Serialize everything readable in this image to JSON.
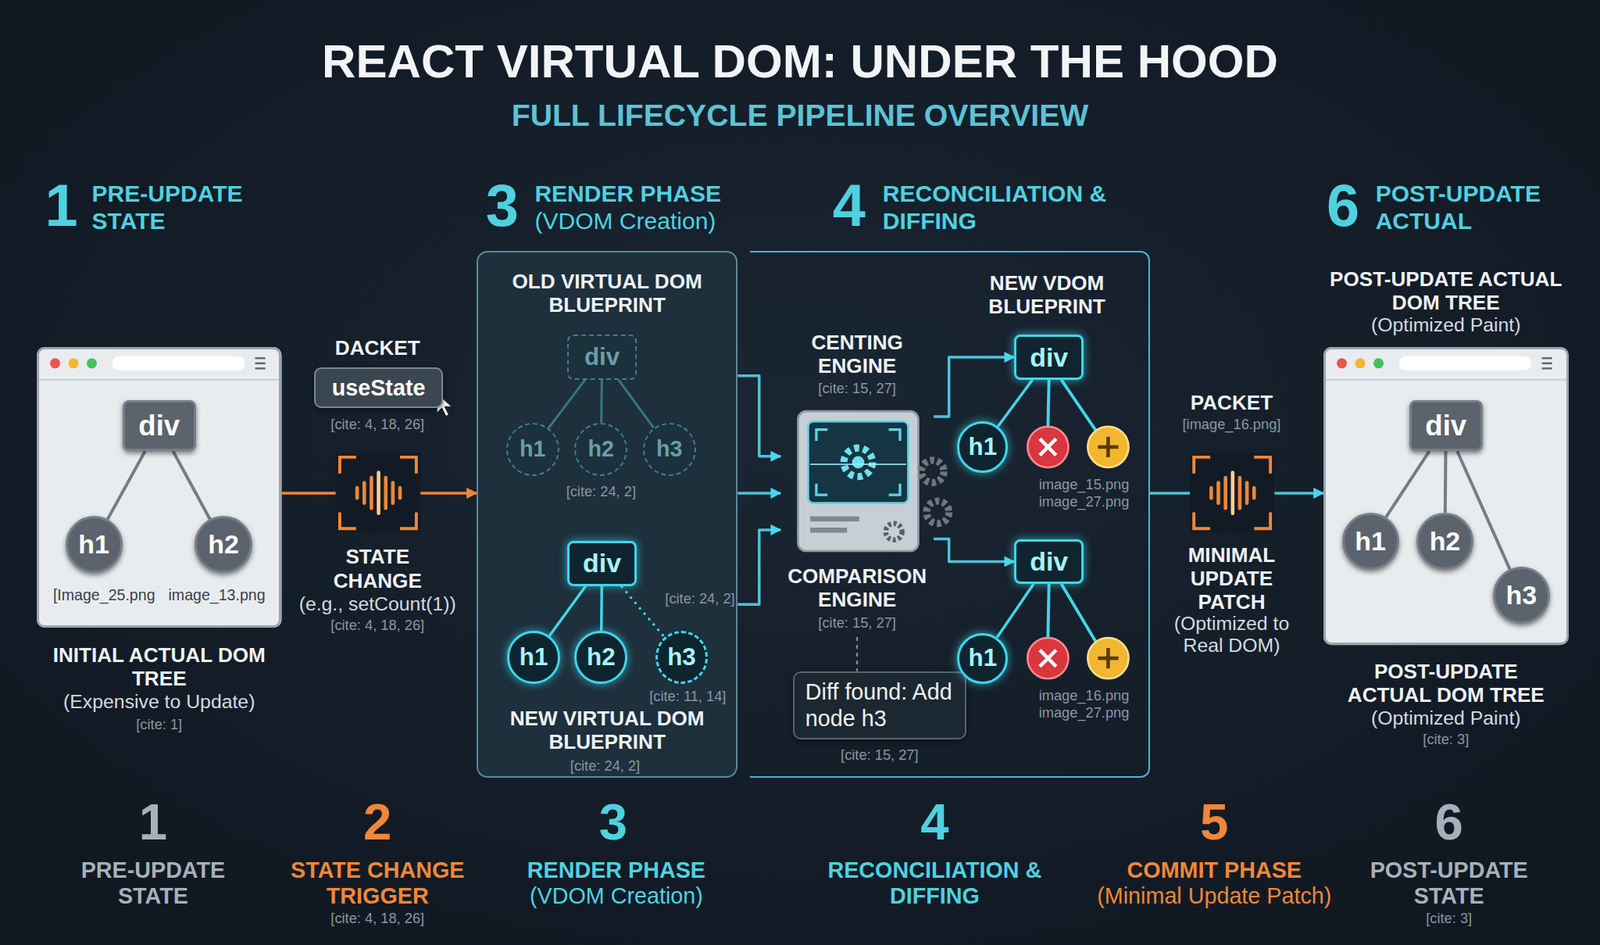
{
  "diagram": {
    "title": "REACT VIRTUAL DOM: UNDER THE HOOD",
    "nodes": [
      {
        "text": [
          "[Image_25.png",
          "image_13.png"
        ]
      },
      {
        "text": [
          "div"
        ],
        "in": 0
      },
      {
        "text": [
          "h1"
        ],
        "in": 0
      },
      {
        "text": [
          "h2"
        ],
        "in": 0
      },
      {
        "text": [
          "useState"
        ]
      },
      {
        "text": [
          "OLD VIRTUAL DOM BLUEPRINT",
          "NEW VIRTUAL DOM BLUEPRINT"
        ]
      },
      {
        "text": [
          "div"
        ],
        "in": 5
      },
      {
        "text": [
          "h1"
        ],
        "in": 5
      },
      {
        "text": [
          "h2"
        ],
        "in": 5
      },
      {
        "text": [
          "h3"
        ],
        "in": 5
      },
      {
        "text": [
          "div"
        ],
        "in": 5
      },
      {
        "text": [
          "h1"
        ],
        "in": 5
      },
      {
        "text": [
          "h2"
        ],
        "in": 5
      },
      {
        "text": [
          "h3"
        ],
        "in": 5
      },
      {
        "text": [
          "NEW VDOM BLUEPRINT"
        ]
      },
      {
        "text": [
          "CENTING ENGINE",
          "[cite: 15, 27]",
          "COMPARISON ENGINE",
          "[cite: 15, 27]"
        ],
        "in": 14
      },
      {
        "text": [
          "Diff found: Add node h3"
        ],
        "in": 14
      },
      {
        "text": [
          "div"
        ],
        "in": 14
      },
      {
        "text": [
          "h1"
        ],
        "in": 14
      },
      {
        "text": [
          "div"
        ],
        "in": 14
      },
      {
        "text": [
          "h1"
        ],
        "in": 14
      },
      {
        "text": [
          "POST-UPDATE ACTUAL DOM TREE",
          "(Optimized Paint)"
        ]
      },
      {
        "text": [
          "div"
        ],
        "in": 21
      },
      {
        "text": [
          "h1"
        ],
        "in": 21
      },
      {
        "text": [
          "h2"
        ],
        "in": 21
      },
      {
        "text": [
          "h3"
        ],
        "in": 21
      }
    ],
    "edges": [
      {
        "from": 1,
        "to": 2,
        "arrow": "none"
      },
      {
        "from": 1,
        "to": 3,
        "arrow": "none"
      },
      {
        "from": 0,
        "to": 5,
        "arrow": "to"
      },
      {
        "from": 6,
        "to": 7,
        "arrow": "none"
      },
      {
        "from": 6,
        "to": 8,
        "arrow": "none"
      },
      {
        "from": 6,
        "to": 9,
        "arrow": "none"
      },
      {
        "from": 10,
        "to": 11,
        "arrow": "none"
      },
      {
        "from": 10,
        "to": 12,
        "arrow": "none"
      },
      {
        "from": 10,
        "to": 13,
        "arrow": "none"
      },
      {
        "from": 5,
        "to": 15,
        "arrow": "to"
      },
      {
        "from": 5,
        "to": 15,
        "arrow": "to"
      },
      {
        "from": 5,
        "to": 15,
        "arrow": "to"
      },
      {
        "from": 15,
        "to": 17,
        "arrow": "to"
      },
      {
        "from": 15,
        "to": 19,
        "arrow": "to"
      },
      {
        "from": 15,
        "to": 16,
        "arrow": "none"
      },
      {
        "from": 17,
        "to": 18,
        "arrow": "none"
      },
      {
        "from": 19,
        "to": 20,
        "arrow": "none"
      },
      {
        "from": 14,
        "to": 21,
        "arrow": "to"
      },
      {
        "from": 22,
        "to": 23,
        "arrow": "none"
      },
      {
        "from": 22,
        "to": 24,
        "arrow": "none"
      },
      {
        "from": 22,
        "to": 25,
        "arrow": "none"
      }
    ],
    "labels": [
      "FULL LIFECYCLE PIPELINE OVERVIEW",
      "1",
      "PRE-UPDATE STATE",
      "3",
      "RENDER PHASE",
      "(VDOM Creation)",
      "4",
      "RECONCILIATION & DIFFING",
      "6",
      "POST-UPDATE ACTUAL",
      "INITIAL ACTUAL DOM TREE",
      "(Expensive to Update)",
      "[cite: 1]",
      "DACKET",
      "[cite: 4, 18, 26]",
      "STATE CHANGE",
      "(e.g., setCount(1))",
      "[cite: 4, 18, 26]",
      "[cite: 24, 2]",
      "[cite: 24, 2]",
      "[cite: 11, 14]",
      "[cite: 24, 2]",
      "image_15.png",
      "image_27.png",
      "image_16.png",
      "image_27.png",
      "[cite: 15, 27]",
      "PACKET",
      "[image_16.png]",
      "MINIMAL UPDATE PATCH",
      "(Optimized to Real DOM)",
      "POST-UPDATE ACTUAL DOM TREE",
      "(Optimized Paint)",
      "[cite: 3]",
      "1",
      "PRE-UPDATE STATE",
      "2",
      "STATE CHANGE TRIGGER",
      "[cite: 4, 18, 26]",
      "3",
      "RENDER PHASE",
      "(VDOM Creation)",
      "4",
      "RECONCILIATION & DIFFING",
      "5",
      "COMMIT PHASE",
      "(Minimal Update Patch)",
      "6",
      "POST-UPDATE STATE",
      "[cite: 3]"
    ]
  }
}
